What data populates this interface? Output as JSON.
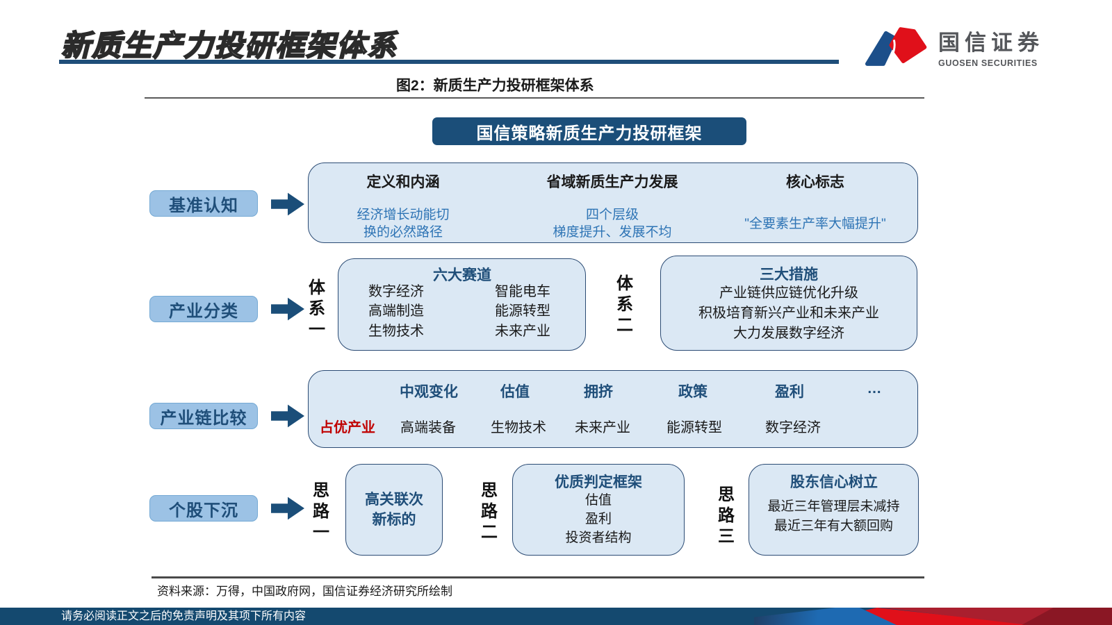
{
  "header": {
    "title": "新质生产力投研框架体系",
    "logo_cn": "国信证券",
    "logo_en": "GUOSEN SECURITIES"
  },
  "figure": {
    "caption": "图2：新质生产力投研框架体系"
  },
  "diagram": {
    "banner": "国信策略新质生产力投研框架",
    "row1": {
      "label": "基准认知",
      "columns": [
        {
          "title": "定义和内涵",
          "sub": "经济增长动能切\n换的必然路径"
        },
        {
          "title": "省域新质生产力发展",
          "sub": "四个层级\n梯度提升、发展不均"
        },
        {
          "title": "核心标志",
          "sub": "\"全要素生产率大幅提升\""
        }
      ]
    },
    "row2": {
      "label": "产业分类",
      "system1": "体系一",
      "system2": "体系二",
      "box1": {
        "title": "六大赛道",
        "col_left": "数字经济\n高端制造\n生物技术",
        "col_right": "智能电车\n能源转型\n未来产业"
      },
      "box2": {
        "title": "三大措施",
        "body": "产业链供应链优化升级\n积极培育新兴产业和未来产业\n大力发展数字经济"
      }
    },
    "row3": {
      "label": "产业链比较",
      "headers": [
        "中观变化",
        "估值",
        "拥挤",
        "政策",
        "盈利",
        "…"
      ],
      "row_label": "占优产业",
      "cells": [
        "高端装备",
        "生物技术",
        "未来产业",
        "能源转型",
        "数字经济"
      ]
    },
    "row4": {
      "label": "个股下沉",
      "paths": [
        "思路一",
        "思路二",
        "思路三"
      ],
      "box1_title": "高关联次\n新标的",
      "box2": {
        "title": "优质判定框架",
        "body": "估值\n盈利\n投资者结构"
      },
      "box3": {
        "title": "股东信心树立",
        "body": "最近三年管理层未减持\n最近三年有大额回购"
      }
    }
  },
  "source": {
    "text": "资料来源：万得，中国政府网，国信证券经济研究所绘制"
  },
  "footer": {
    "disclaimer": "请务必阅读正文之后的免责声明及其项下所有内容"
  },
  "colors": {
    "navy": "#1f4e79",
    "banner_navy": "#1b4e79",
    "label_fill": "#9cc2e5",
    "box_fill": "#dbe8f4",
    "box_border": "#2a4a73",
    "sub_text_blue": "#2e74b5",
    "highlight_red": "#c00000",
    "logo_red": "#e0101a",
    "logo_blue": "#1c4f8a",
    "footer_navy": "#14496f"
  }
}
